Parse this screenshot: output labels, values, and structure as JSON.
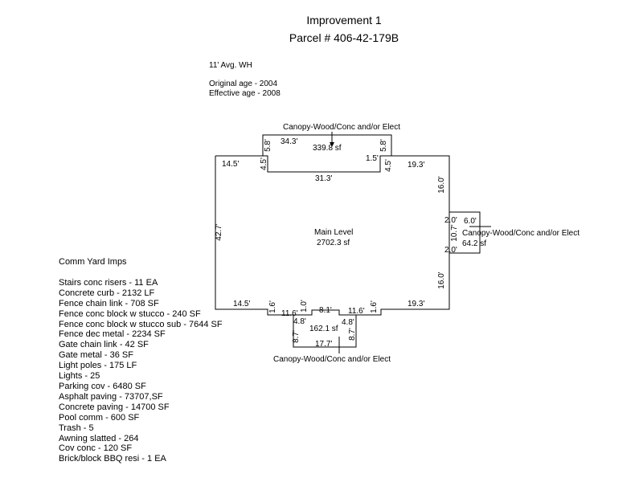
{
  "header": {
    "title": "Improvement 1",
    "parcel": "Parcel # 406-42-179B"
  },
  "notes": {
    "wall_height": "11' Avg. WH",
    "original_age": "Original age - 2004",
    "effective_age": "Effective age - 2008"
  },
  "sketch": {
    "main": {
      "label": "Main Level",
      "area": "2702.3 sf"
    },
    "canopy_top": {
      "label": "Canopy-Wood/Conc and/or Elect",
      "area": "339.8 sf"
    },
    "canopy_right": {
      "label": "Canopy-Wood/Conc and/or Elect",
      "area": "64.2 sf"
    },
    "canopy_bottom": {
      "label": "Canopy-Wood/Conc and/or Elect",
      "area": "162.1 sf"
    },
    "dims": {
      "top_left": "14.5'",
      "top_notch_left": "4.5'",
      "top_notch_bottom": "31.3'",
      "top_notch_right": "4.5'",
      "top_right": "19.3'",
      "right_upper": "16.0'",
      "right_jog_top": "2.0'",
      "right_jog_mid": "10.7'",
      "right_jog_bottom": "2.0'",
      "right_lower": "16.0'",
      "left": "42.7'",
      "bottom_left": "14.5'",
      "bottom_left_jog": "1.6'",
      "bottom_left_step": "11.6'",
      "bottom_inner_jog": "1.0'",
      "bottom_center": "8.1'",
      "bottom_right_step": "11.6'",
      "bottom_right_jog": "1.6'",
      "bottom_right": "19.3'",
      "ct_left_side": "5.8'",
      "ct_top": "34.3'",
      "ct_right_side": "5.8'",
      "ct_inner": "1.5'",
      "cr_top": "6.0'",
      "cb_left_offset": "4.8'",
      "cb_right_offset": "4.8'",
      "cb_left_side": "8.7'",
      "cb_right_side": "8.7'",
      "cb_bottom": "17.7'"
    }
  },
  "yard": {
    "heading": "Comm Yard Imps",
    "items": [
      "Stairs conc risers - 11 EA",
      "Concrete curb - 2132 LF",
      "Fence chain link - 708 SF",
      "Fence conc block w stucco - 240 SF",
      "Fence conc block w stucco sub - 7644 SF",
      "Fence dec metal - 2234 SF",
      "Gate chain link - 42 SF",
      "Gate metal - 36 SF",
      "Light poles - 175 LF",
      "Lights - 25",
      "Parking cov - 6480 SF",
      "Asphalt paving - 73707,SF",
      "Concrete paving - 14700 SF",
      "Pool comm - 600 SF",
      "Trash - 5",
      "Awning slatted - 264",
      "Cov conc - 120 SF",
      "Brick/block BBQ resi - 1 EA"
    ]
  }
}
